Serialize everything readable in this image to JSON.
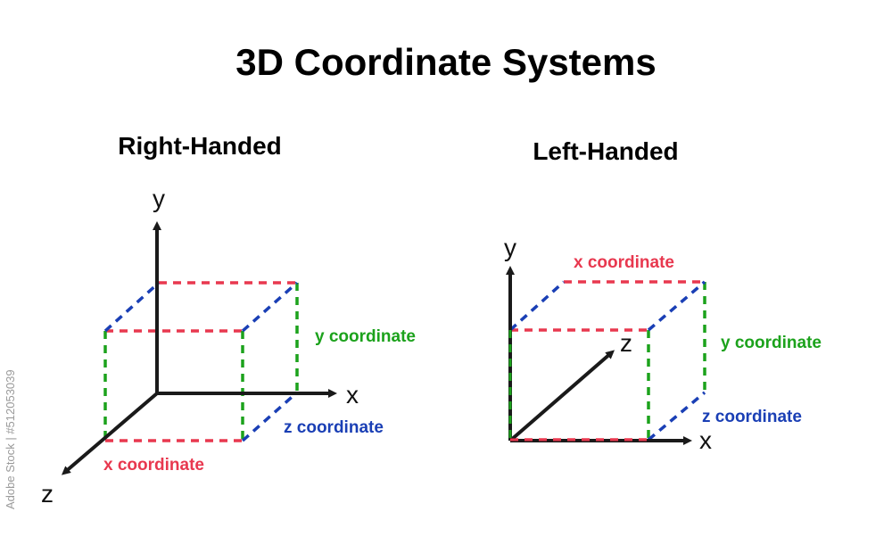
{
  "title": "3D Coordinate Systems",
  "watermark": "Adobe Stock | #512053039",
  "colors": {
    "axis": "#1a1a1a",
    "x": "#e8384f",
    "y": "#1ca21c",
    "z": "#1a3fb5"
  },
  "right_handed": {
    "title": "Right-Handed",
    "axis_x": "x",
    "axis_y": "y",
    "axis_z": "z",
    "x_coordinate": "x coordinate",
    "y_coordinate": "y coordinate",
    "z_coordinate": "z coordinate"
  },
  "left_handed": {
    "title": "Left-Handed",
    "axis_x": "x",
    "axis_y": "y",
    "axis_z": "z",
    "x_coordinate": "x coordinate",
    "y_coordinate": "y coordinate",
    "z_coordinate": "z coordinate"
  }
}
